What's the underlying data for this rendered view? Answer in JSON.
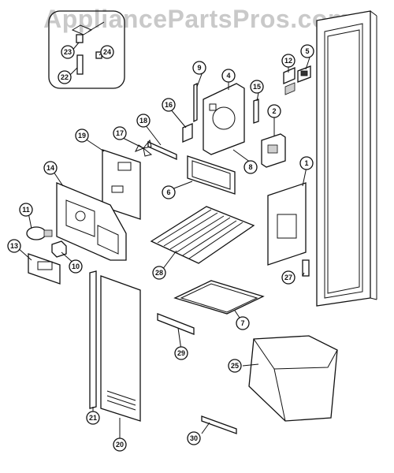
{
  "watermark": "AppliancePartsPros.com",
  "callouts": [
    "1",
    "2",
    "4",
    "5",
    "6",
    "7",
    "8",
    "9",
    "10",
    "11",
    "12",
    "13",
    "14",
    "15",
    "16",
    "17",
    "18",
    "19",
    "20",
    "21",
    "22",
    "23",
    "24",
    "25",
    "27",
    "28",
    "29",
    "30"
  ]
}
